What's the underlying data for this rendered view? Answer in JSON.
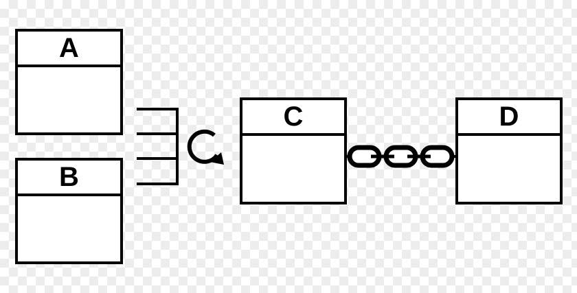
{
  "diagram": {
    "boxes": [
      {
        "id": "A",
        "label": "A"
      },
      {
        "id": "B",
        "label": "B"
      },
      {
        "id": "C",
        "label": "C"
      },
      {
        "id": "D",
        "label": "D"
      }
    ],
    "connectors": [
      {
        "from": [
          "A",
          "B"
        ],
        "to": "C",
        "style": "comb-bracket",
        "symbol": "rotate-arrow-icon"
      },
      {
        "from": "C",
        "to": "D",
        "style": "chain",
        "symbol": "chain-link-icon"
      }
    ],
    "colors": {
      "stroke": "#000000",
      "fill": "#ffffff"
    }
  }
}
